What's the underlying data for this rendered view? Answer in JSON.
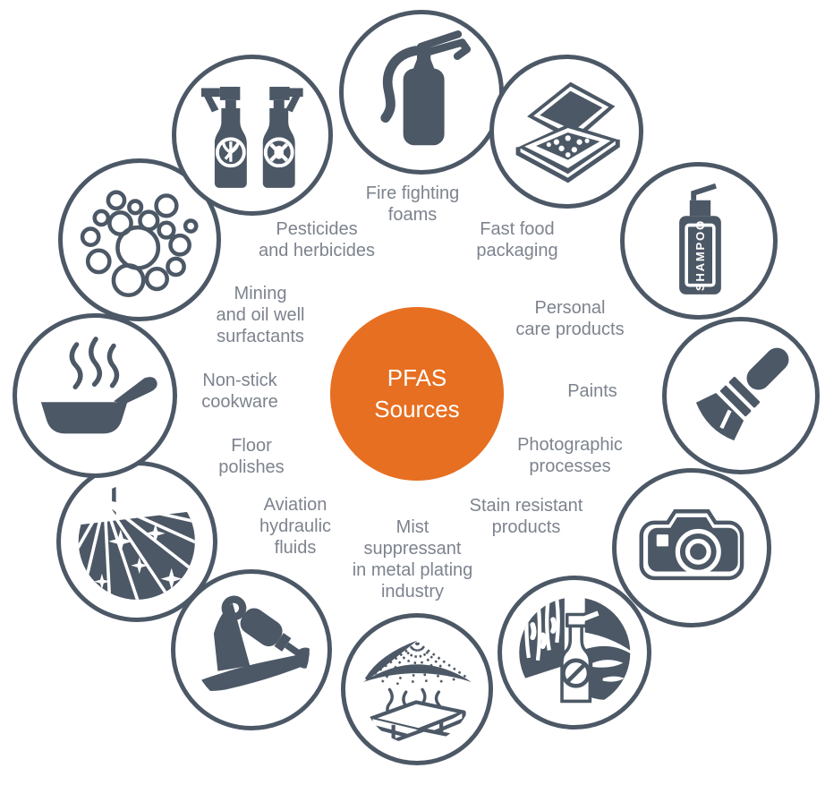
{
  "title": "PFAS\nSources",
  "colors": {
    "center_orange": "#E76F21",
    "icon_slate": "#4C5866",
    "label_gray": "#7D838E",
    "background": "#FFFFFF"
  },
  "sources": [
    {
      "label": "Fire fighting\nfoams",
      "icon": "fire-extinguisher-icon"
    },
    {
      "label": "Fast food\npackaging",
      "icon": "pizza-box-icon"
    },
    {
      "label": "Personal\ncare products",
      "icon": "shampoo-bottle-icon",
      "bottle_text": "SHAMPOO"
    },
    {
      "label": "Paints",
      "icon": "paint-brush-icon"
    },
    {
      "label": "Photographic\nprocesses",
      "icon": "camera-icon"
    },
    {
      "label": "Stain resistant\nproducts",
      "icon": "spray-bottle-no-stain-icon"
    },
    {
      "label": "Mist\nsuppressant\nin metal plating\nindustry",
      "icon": "metal-beam-mist-icon"
    },
    {
      "label": "Aviation\nhydraulic\nfluids",
      "icon": "aircraft-hydraulic-cylinder-icon"
    },
    {
      "label": "Floor\npolishes",
      "icon": "shiny-floor-icon"
    },
    {
      "label": "Non-stick\ncookware",
      "icon": "frying-pan-icon"
    },
    {
      "label": "Mining\nand oil well\nsurfactants",
      "icon": "bubbles-icon"
    },
    {
      "label": "Pesticides\nand herbicides",
      "icon": "pesticide-spray-bottles-icon"
    }
  ]
}
